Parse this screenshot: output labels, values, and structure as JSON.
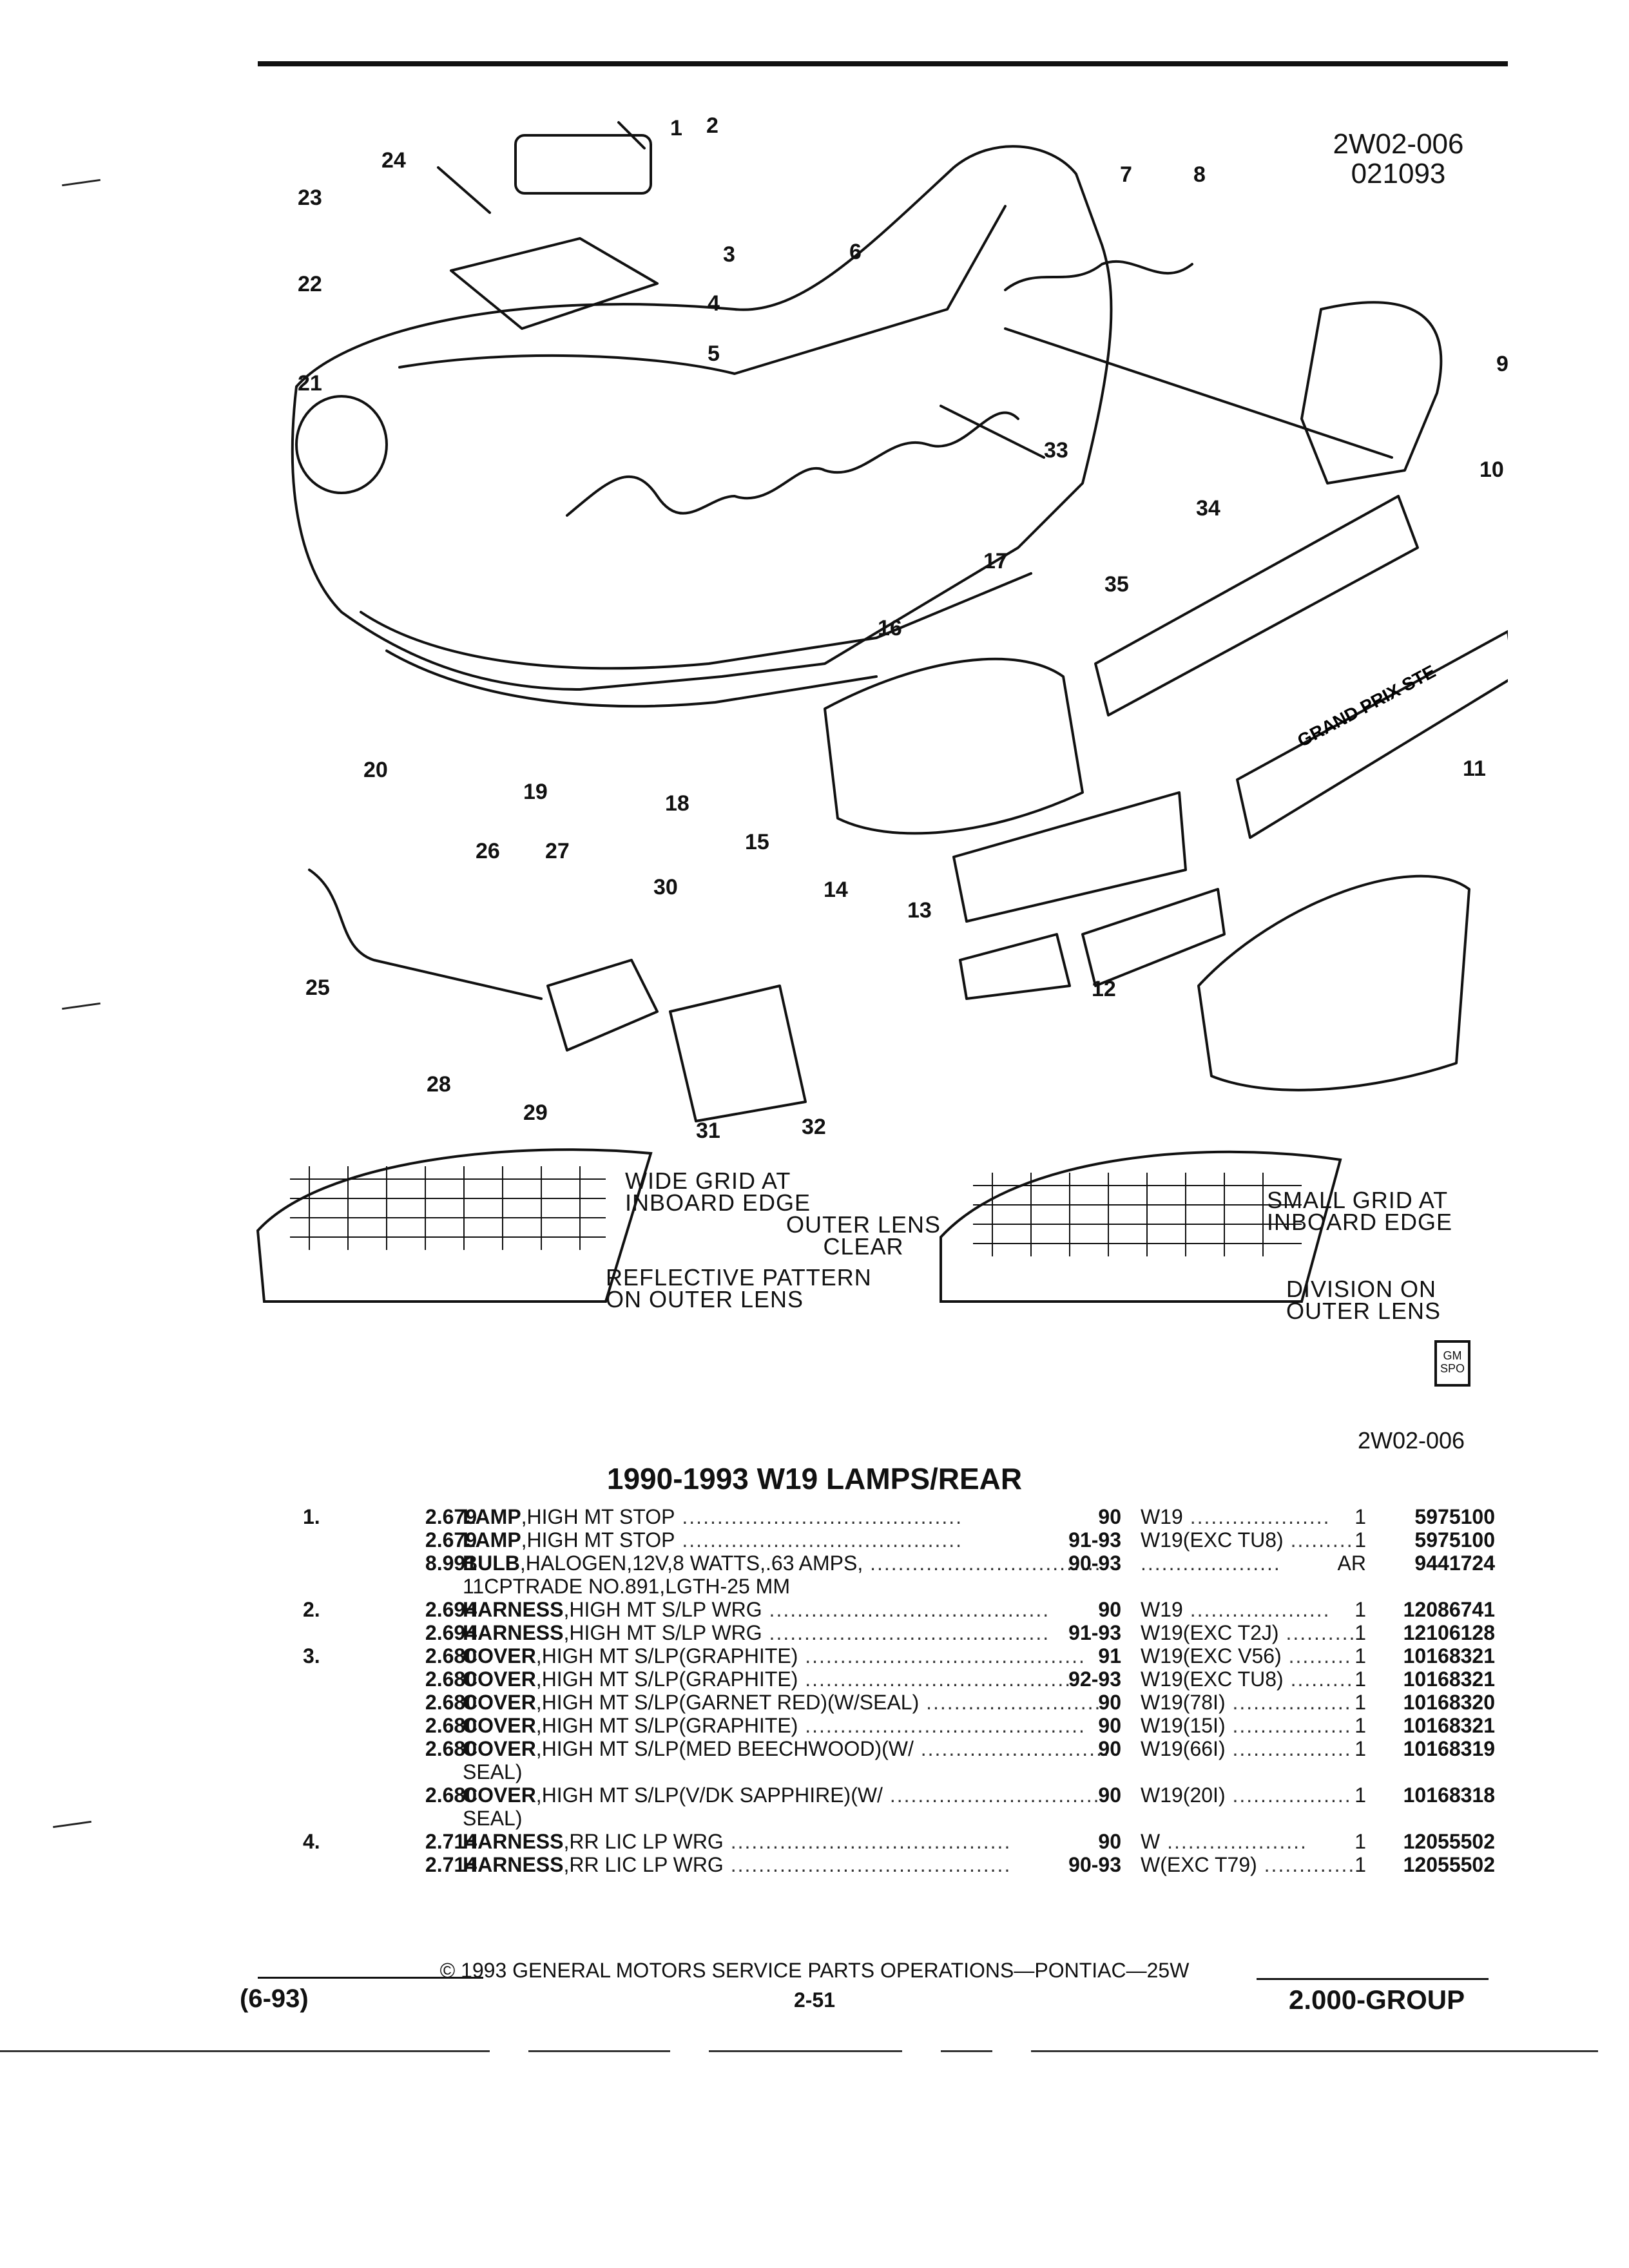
{
  "header": {
    "code_top": "2W02-006",
    "code_date": "021093",
    "code_bottom": "2W02-006"
  },
  "diagram": {
    "callouts": [
      "1",
      "2",
      "3",
      "4",
      "5",
      "6",
      "7",
      "8",
      "9",
      "10",
      "11",
      "12",
      "13",
      "14",
      "15",
      "16",
      "17",
      "18",
      "19",
      "20",
      "21",
      "22",
      "23",
      "24",
      "25",
      "26",
      "27",
      "28",
      "29",
      "30",
      "31",
      "32",
      "33",
      "34",
      "35"
    ],
    "lens_notes": {
      "wide_grid": "WIDE GRID AT\nINBOARD EDGE",
      "reflective": "REFLECTIVE PATTERN\nON OUTER LENS",
      "outer_lens_clear": "OUTER LENS\nCLEAR",
      "small_grid": "SMALL GRID AT\nINBOARD EDGE",
      "division": "DIVISION ON\nOUTER LENS"
    },
    "badge_text": "GM\nSPO",
    "plate_text": "GRAND PRIX STE"
  },
  "section_title": "1990-1993 W19 LAMPS/REAR",
  "parts": [
    {
      "item": "1.",
      "group": "2.679",
      "name": "LAMP",
      "desc": ",HIGH MT STOP",
      "years": "90",
      "model": "W19",
      "qty": "1",
      "part": "5975100"
    },
    {
      "item": "",
      "group": "2.679",
      "name": "LAMP",
      "desc": ",HIGH MT STOP",
      "years": "91-93",
      "model": "W19(EXC TU8)",
      "qty": "1",
      "part": "5975100"
    },
    {
      "item": "",
      "group": "8.991",
      "name": "BULB",
      "desc": ",HALOGEN,12V,8 WATTS,.63 AMPS,",
      "years": "90-93",
      "model": "",
      "qty": "AR",
      "part": "9441724"
    },
    {
      "item": "",
      "group": "",
      "name": "",
      "desc": "11CPTRADE NO.891,LGTH-25 MM",
      "years": "",
      "model": "",
      "qty": "",
      "part": ""
    },
    {
      "item": "2.",
      "group": "2.694",
      "name": "HARNESS",
      "desc": ",HIGH MT S/LP WRG",
      "years": "90",
      "model": "W19",
      "qty": "1",
      "part": "12086741"
    },
    {
      "item": "",
      "group": "2.694",
      "name": "HARNESS",
      "desc": ",HIGH MT S/LP WRG",
      "years": "91-93",
      "model": "W19(EXC T2J)",
      "qty": "1",
      "part": "12106128"
    },
    {
      "item": "3.",
      "group": "2.680",
      "name": "COVER",
      "desc": ",HIGH MT S/LP(GRAPHITE)",
      "years": "91",
      "model": "W19(EXC V56)",
      "qty": "1",
      "part": "10168321"
    },
    {
      "item": "",
      "group": "2.680",
      "name": "COVER",
      "desc": ",HIGH MT S/LP(GRAPHITE)",
      "years": "92-93",
      "model": "W19(EXC TU8)",
      "qty": "1",
      "part": "10168321"
    },
    {
      "item": "",
      "group": "2.680",
      "name": "COVER",
      "desc": ",HIGH MT S/LP(GARNET RED)(W/SEAL)",
      "years": "90",
      "model": "W19(78I)",
      "qty": "1",
      "part": "10168320"
    },
    {
      "item": "",
      "group": "2.680",
      "name": "COVER",
      "desc": ",HIGH MT S/LP(GRAPHITE)",
      "years": "90",
      "model": "W19(15I)",
      "qty": "1",
      "part": "10168321"
    },
    {
      "item": "",
      "group": "2.680",
      "name": "COVER",
      "desc": ",HIGH MT S/LP(MED BEECHWOOD)(W/",
      "years": "90",
      "model": "W19(66I)",
      "qty": "1",
      "part": "10168319"
    },
    {
      "item": "",
      "group": "",
      "name": "",
      "desc": "SEAL)",
      "years": "",
      "model": "",
      "qty": "",
      "part": ""
    },
    {
      "item": "",
      "group": "2.680",
      "name": "COVER",
      "desc": ",HIGH MT S/LP(V/DK SAPPHIRE)(W/",
      "years": "90",
      "model": "W19(20I)",
      "qty": "1",
      "part": "10168318"
    },
    {
      "item": "",
      "group": "",
      "name": "",
      "desc": "SEAL)",
      "years": "",
      "model": "",
      "qty": "",
      "part": ""
    },
    {
      "item": "4.",
      "group": "2.714",
      "name": "HARNESS",
      "desc": ",RR LIC LP WRG",
      "years": "90",
      "model": "W",
      "qty": "1",
      "part": "12055502"
    },
    {
      "item": "",
      "group": "2.714",
      "name": "HARNESS",
      "desc": ",RR LIC LP WRG",
      "years": "90-93",
      "model": "W(EXC T79)",
      "qty": "1",
      "part": "12055502"
    }
  ],
  "footer": {
    "copyright": "© 1993 GENERAL MOTORS SERVICE PARTS OPERATIONS—PONTIAC—25W",
    "page": "2-51",
    "date_code": "(6-93)",
    "group": "2.000-GROUP"
  }
}
